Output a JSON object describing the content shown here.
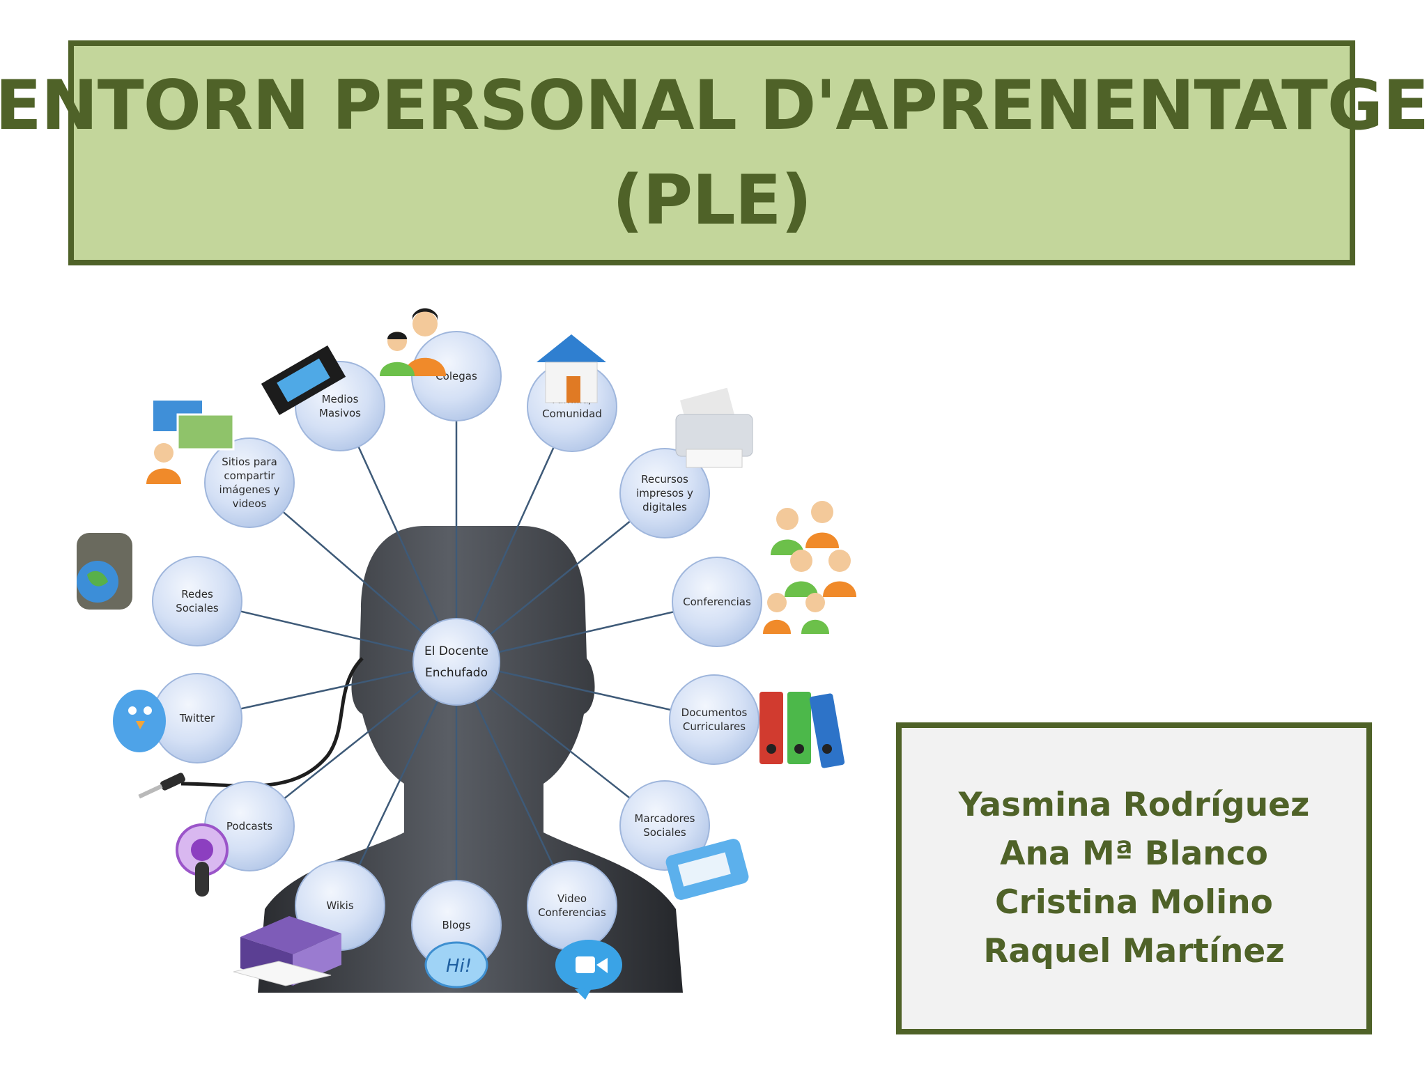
{
  "title": {
    "line1": "ENTORN PERSONAL D'APRENENTATGE",
    "line2": "(PLE)"
  },
  "authors": [
    "Yasmina Rodríguez",
    "Ana Mª Blanco",
    "Cristina Molino",
    "Raquel Martínez"
  ],
  "diagram": {
    "center": {
      "line1": "El Docente",
      "line2": "Enchufado"
    },
    "nodes": [
      {
        "id": "colegas",
        "lines": [
          "Colegas"
        ]
      },
      {
        "id": "medios",
        "lines": [
          "Medios",
          "Masivos"
        ]
      },
      {
        "id": "familia",
        "lines": [
          "Familia/",
          "Comunidad"
        ]
      },
      {
        "id": "sitios",
        "lines": [
          "Sitios para",
          "compartir",
          "imágenes y",
          "videos"
        ]
      },
      {
        "id": "recursos",
        "lines": [
          "Recursos",
          "impresos y",
          "digitales"
        ]
      },
      {
        "id": "redes",
        "lines": [
          "Redes",
          "Sociales"
        ]
      },
      {
        "id": "conferencias",
        "lines": [
          "Conferencias"
        ]
      },
      {
        "id": "twitter",
        "lines": [
          "Twitter"
        ]
      },
      {
        "id": "documentos",
        "lines": [
          "Documentos",
          "Curriculares"
        ]
      },
      {
        "id": "podcasts",
        "lines": [
          "Podcasts"
        ]
      },
      {
        "id": "marcadores",
        "lines": [
          "Marcadores",
          "Sociales"
        ]
      },
      {
        "id": "wikis",
        "lines": [
          "Wikis"
        ]
      },
      {
        "id": "blogs",
        "lines": [
          "Blogs"
        ]
      },
      {
        "id": "video",
        "lines": [
          "Video",
          "Conferencias"
        ]
      }
    ]
  },
  "colors": {
    "dark_green": "#4f6228",
    "light_green": "#c3d69b",
    "bubble": "#cfdcf3",
    "bubble_edge": "#9fb6dc",
    "spoke": "#3e5a78",
    "head": "#3a3d42"
  }
}
